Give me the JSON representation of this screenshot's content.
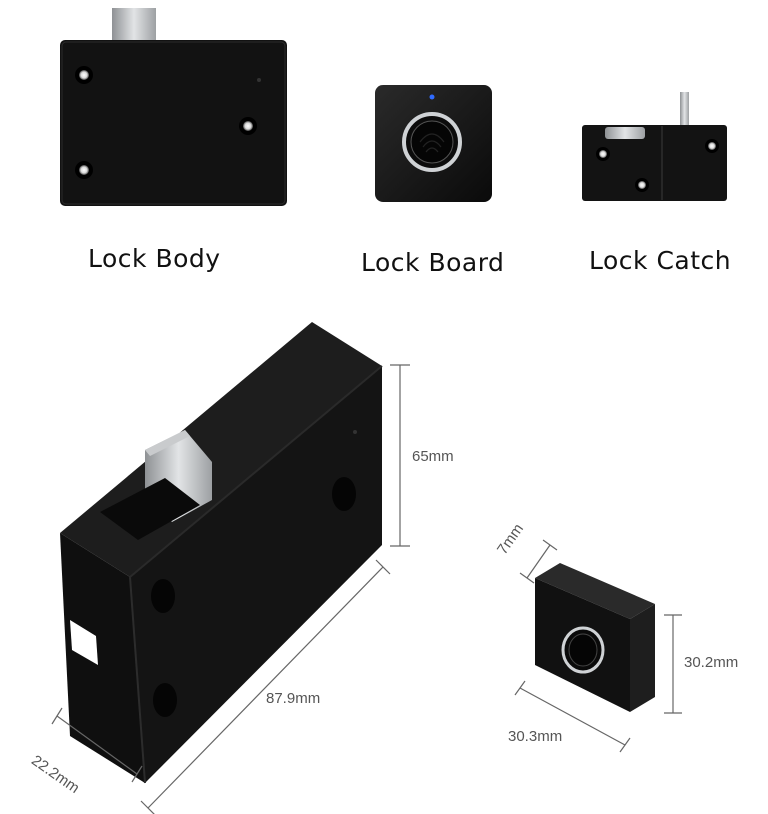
{
  "labels": {
    "lock_body": "Lock Body",
    "lock_board": "Lock Board",
    "lock_catch": "Lock Catch"
  },
  "dimensions": {
    "body_height": "65mm",
    "body_width": "87.9mm",
    "body_depth": "22.2mm",
    "board_depth": "7mm",
    "board_height": "30.2mm",
    "board_width": "30.3mm"
  },
  "colors": {
    "product_black": "#111111",
    "metal": "#b9bcbf",
    "indicator_led": "#2f6bff"
  },
  "icons": [
    "fingerprint-sensor-icon",
    "indicator-led-icon"
  ]
}
